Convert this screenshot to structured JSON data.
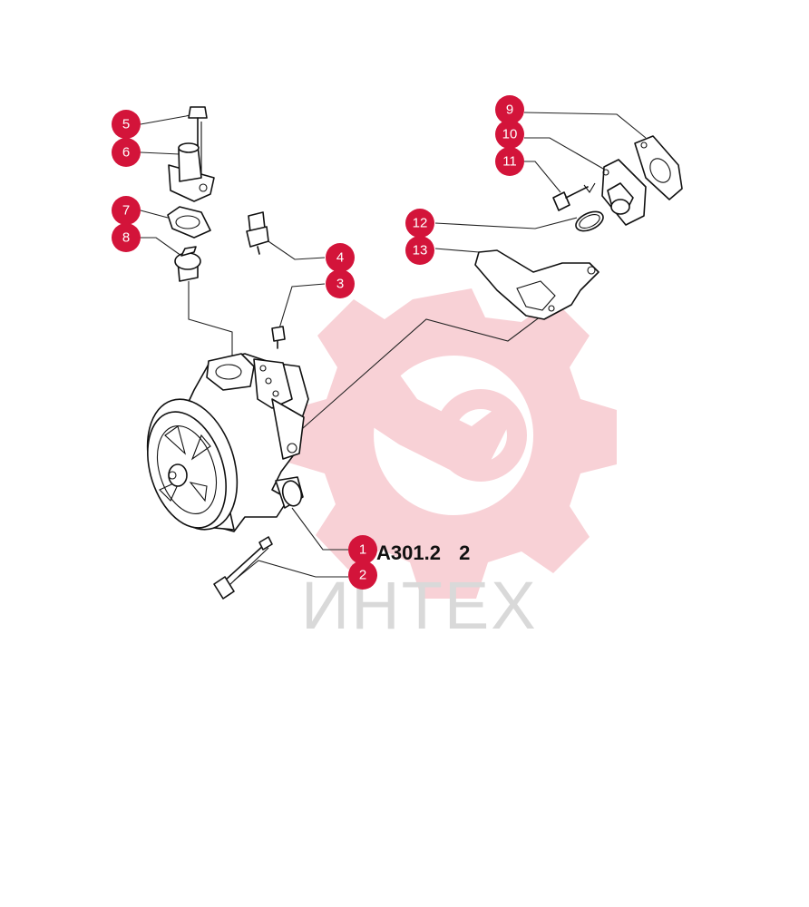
{
  "diagram": {
    "part_code": "A301.2",
    "part_code_suffix": "2",
    "callouts": [
      {
        "num": "1"
      },
      {
        "num": "2"
      },
      {
        "num": "3"
      },
      {
        "num": "4"
      },
      {
        "num": "5"
      },
      {
        "num": "6"
      },
      {
        "num": "7"
      },
      {
        "num": "8"
      },
      {
        "num": "9"
      },
      {
        "num": "10"
      },
      {
        "num": "11"
      },
      {
        "num": "12"
      },
      {
        "num": "13"
      }
    ]
  },
  "watermark": {
    "text": "ИНТЕХ",
    "logo_color": "#f7c9cf",
    "text_color": "#d9d9d9"
  },
  "colors": {
    "badge": "#d3143a",
    "line": "#111111"
  }
}
